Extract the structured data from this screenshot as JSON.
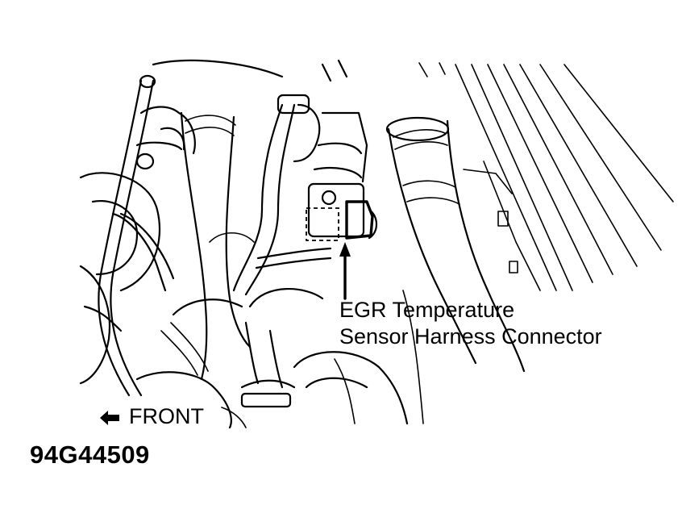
{
  "callout": {
    "line1": "EGR Temperature",
    "line2": "Sensor Harness Connector"
  },
  "direction": {
    "label": "FRONT",
    "icon": "left-arrow-icon"
  },
  "figure_id": "94G44509"
}
